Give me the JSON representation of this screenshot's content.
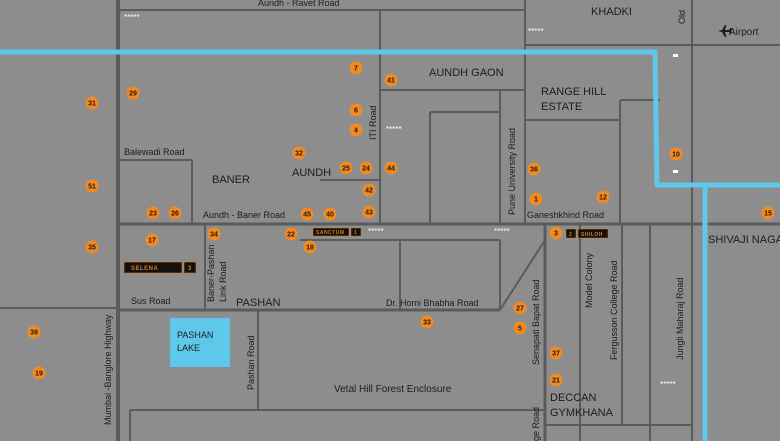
{
  "colors": {
    "background": "#8d8d8d",
    "road": "#5b5b5b",
    "water": "#5ec8ea",
    "metro_line": "#5ec8ea",
    "marker": "#f28a22",
    "label_box": "#111111"
  },
  "areas": {
    "khadki": "KHADKI",
    "aundh_gaon": "AUNDH GAON",
    "range_hill_1": "RANGE HILL",
    "range_hill_2": "ESTATE",
    "baner": "BANER",
    "aundh": "AUNDH",
    "shivaji_nagar": "SHIVAJI NAGA",
    "pashan": "PASHAN",
    "deccan_1": "DECCAN",
    "deccan_2": "GYMKHANA",
    "pashan_lake_1": "PASHAN",
    "pashan_lake_2": "LAKE",
    "vetal_hill": "Vetal Hill Forest Enclosure"
  },
  "roads": {
    "aundh_ravet": "Aundh - Ravet Road",
    "balewadi": "Balewadi Road",
    "aundh_baner": "Aundh - Baner Road",
    "iti": "ITI Road",
    "pune_university": "Pune University Road",
    "ganeshkhind": "Ganeshkhind Road",
    "baner_pashan_1": "Baner-Pashan",
    "baner_pashan_2": "Link Road",
    "sus": "Sus Road",
    "homi_bhabha": "Dr. Homi Bhabha  Road",
    "pashan_road": "Pashan Road",
    "model_colony": "Model Colony",
    "fergusson": "Fergusson College Road",
    "jungli_maharaj": "Jungli Maharaj Road",
    "senapati_bapat": "Senapati Bapat Road",
    "mumbai_bangalore": "Mumbai -Banglore Highway",
    "old": "Old",
    "ge_road": "ge Road"
  },
  "airport": {
    "label": "Airport",
    "icon": "airplane-icon"
  },
  "stars": "*****",
  "property_labels": [
    {
      "name": "SELENA",
      "number": "3"
    },
    {
      "name": "SANCTUM",
      "number": "1"
    },
    {
      "name": "SHILOH",
      "number": "2"
    }
  ],
  "markers": [
    {
      "id": "7"
    },
    {
      "id": "41"
    },
    {
      "id": "29"
    },
    {
      "id": "31"
    },
    {
      "id": "6"
    },
    {
      "id": "4"
    },
    {
      "id": "32"
    },
    {
      "id": "25"
    },
    {
      "id": "24"
    },
    {
      "id": "44"
    },
    {
      "id": "36"
    },
    {
      "id": "10"
    },
    {
      "id": "51"
    },
    {
      "id": "42"
    },
    {
      "id": "1"
    },
    {
      "id": "12"
    },
    {
      "id": "23"
    },
    {
      "id": "26"
    },
    {
      "id": "45"
    },
    {
      "id": "40"
    },
    {
      "id": "43"
    },
    {
      "id": "15"
    },
    {
      "id": "17"
    },
    {
      "id": "34"
    },
    {
      "id": "22"
    },
    {
      "id": "18"
    },
    {
      "id": "3"
    },
    {
      "id": "35"
    },
    {
      "id": "27"
    },
    {
      "id": "33"
    },
    {
      "id": "5"
    },
    {
      "id": "39"
    },
    {
      "id": "37"
    },
    {
      "id": "19"
    },
    {
      "id": "21"
    }
  ]
}
